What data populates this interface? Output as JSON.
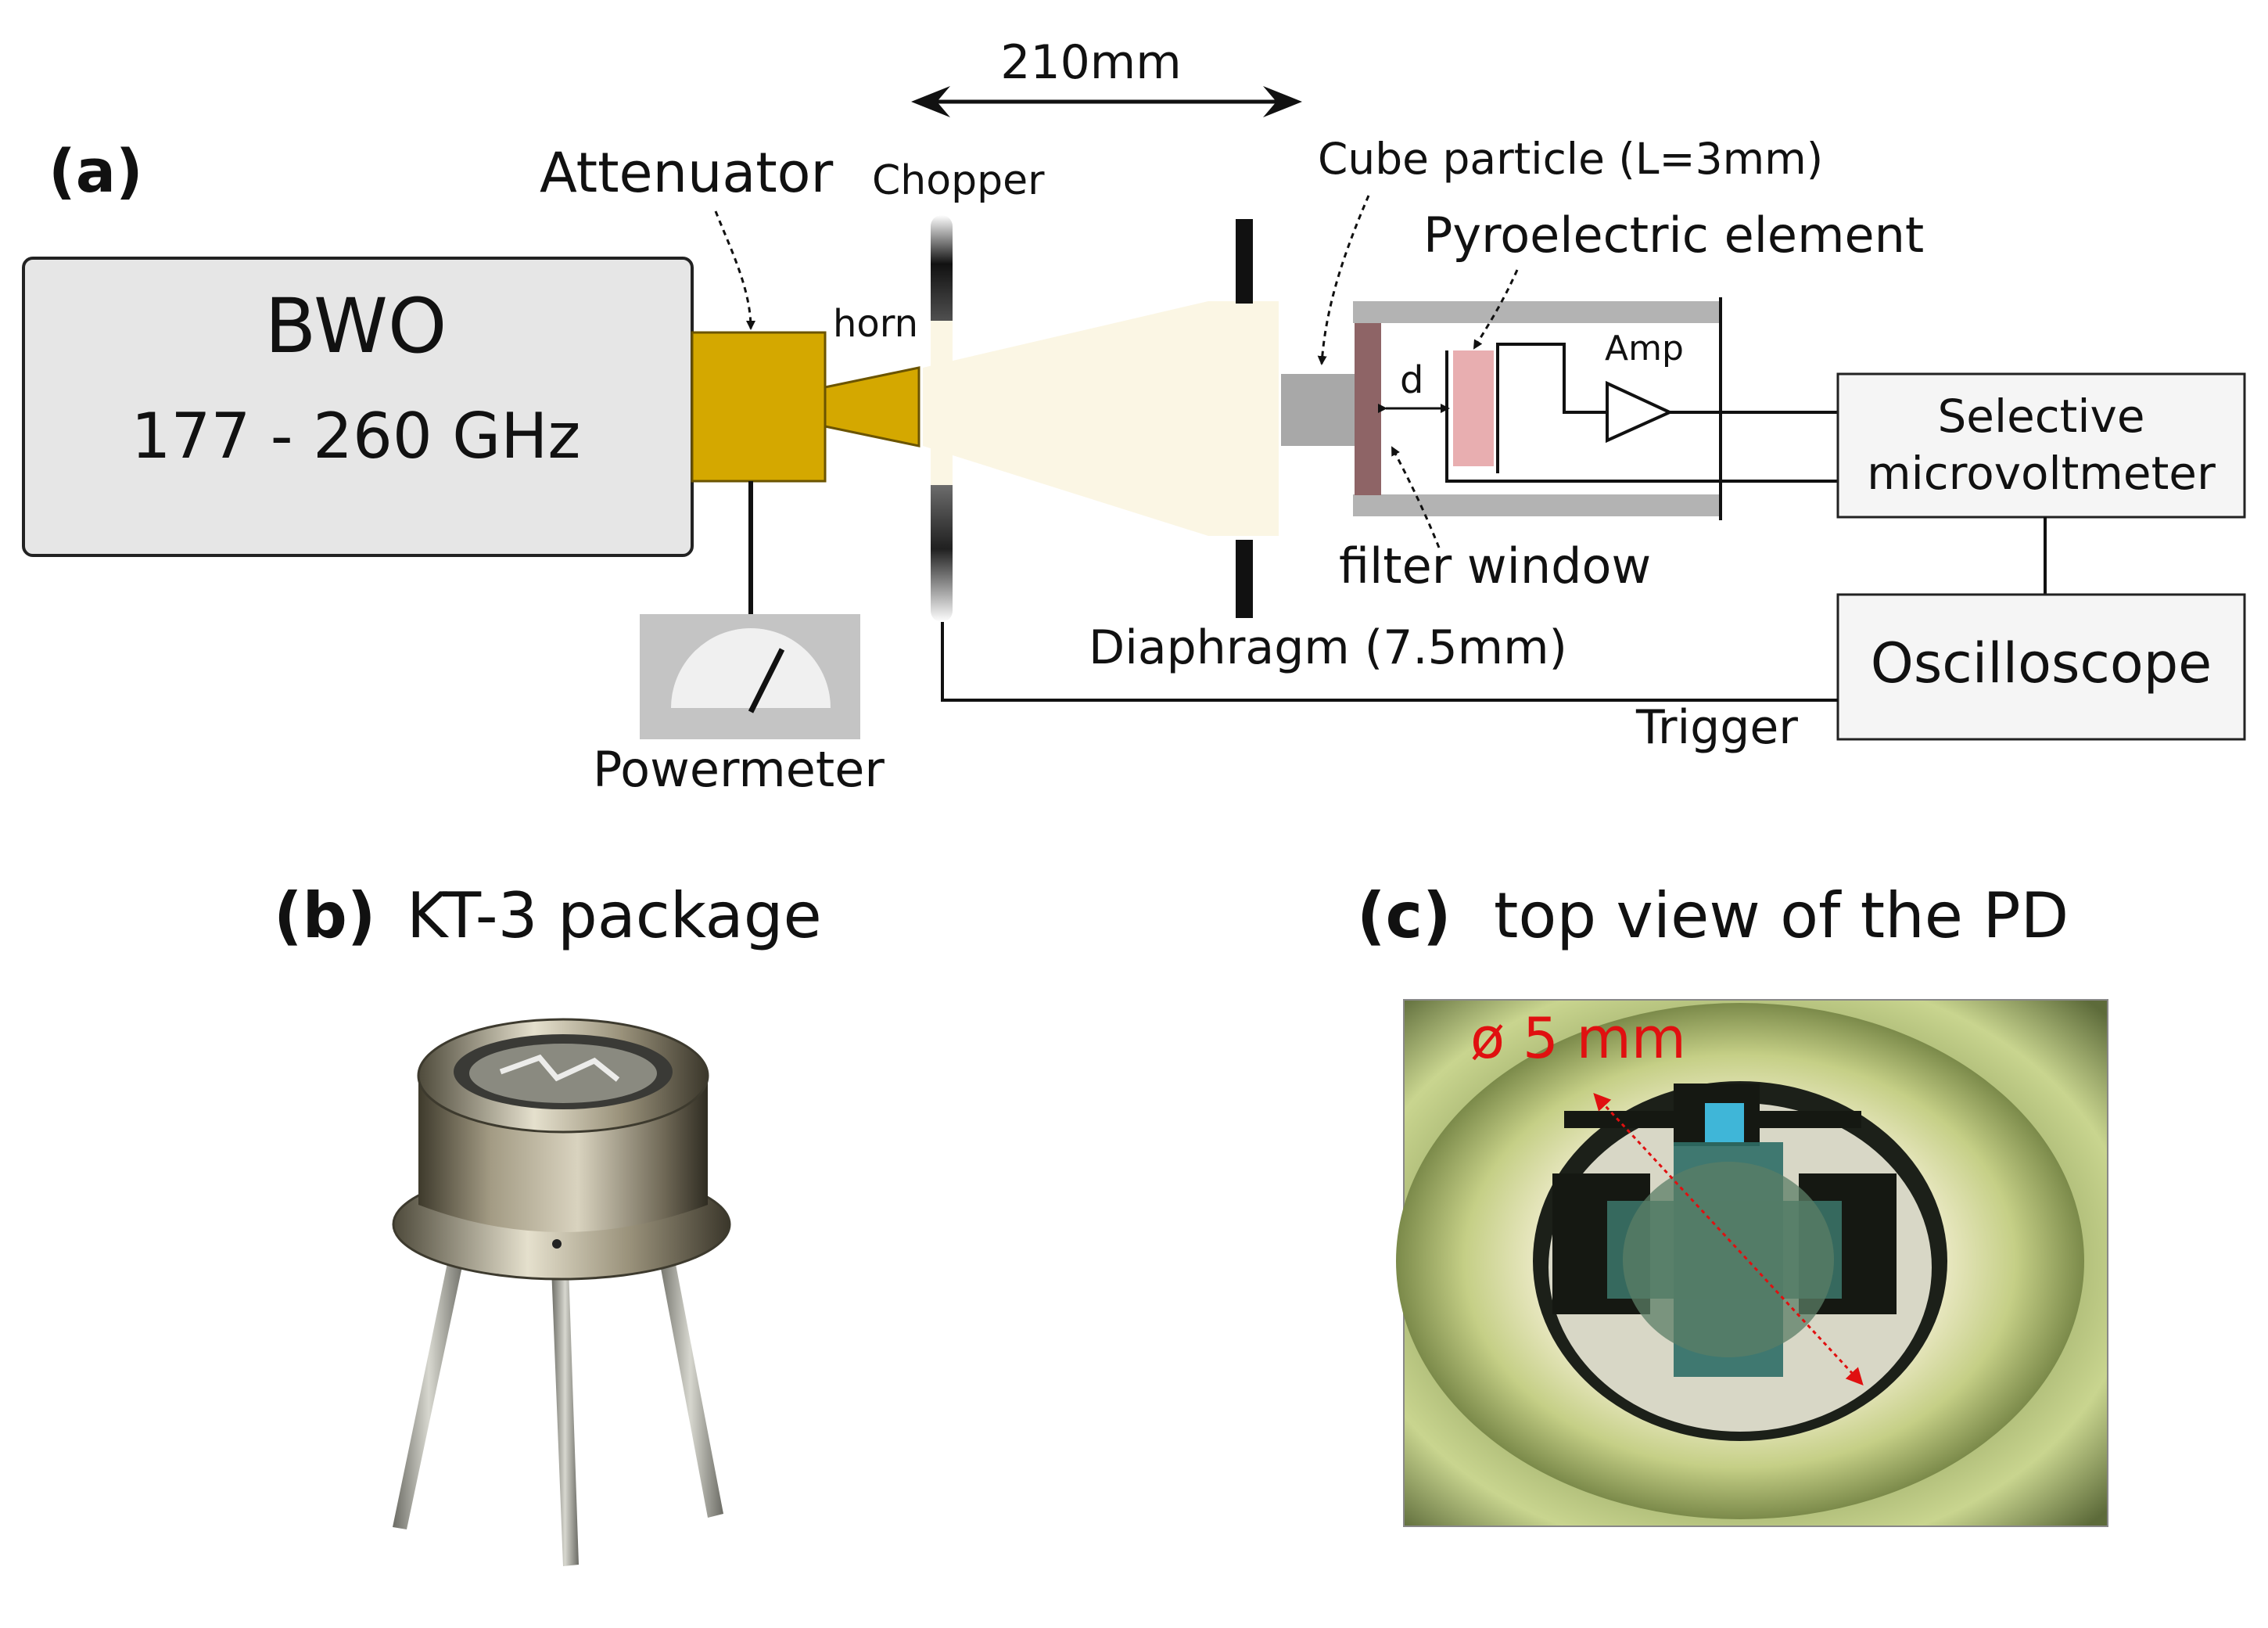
{
  "panel_a": {
    "label": "(a)",
    "distance": "210mm",
    "bwo_title": "BWO",
    "bwo_range": "177 - 260 GHz",
    "attenuator": "Attenuator",
    "horn": "horn",
    "chopper": "Chopper",
    "cube_particle": "Cube particle (L=3mm)",
    "pyro_element": "Pyroelectric element",
    "amp": "Amp",
    "d_label": "d",
    "filter_window": "filter window",
    "diaphragm": "Diaphragm (7.5mm)",
    "powermeter": "Powermeter",
    "trigger": "Trigger",
    "microvoltmeter_line1": "Selective",
    "microvoltmeter_line2": "microvoltmeter",
    "oscilloscope": "Oscilloscope"
  },
  "panel_b": {
    "label": "(b)",
    "title": "KT-3 package"
  },
  "panel_c": {
    "label": "(c)",
    "title": "top view of the PD",
    "diameter": "ø 5 mm"
  },
  "colors": {
    "horn": "#d4a800",
    "beam": "#fbf6e4",
    "box_fill": "#e6e6e6",
    "instrument_fill": "#f5f5f5",
    "filter_window": "#8e6466",
    "pyro": "#e8aeb0",
    "arrow_red": "#e01010"
  }
}
